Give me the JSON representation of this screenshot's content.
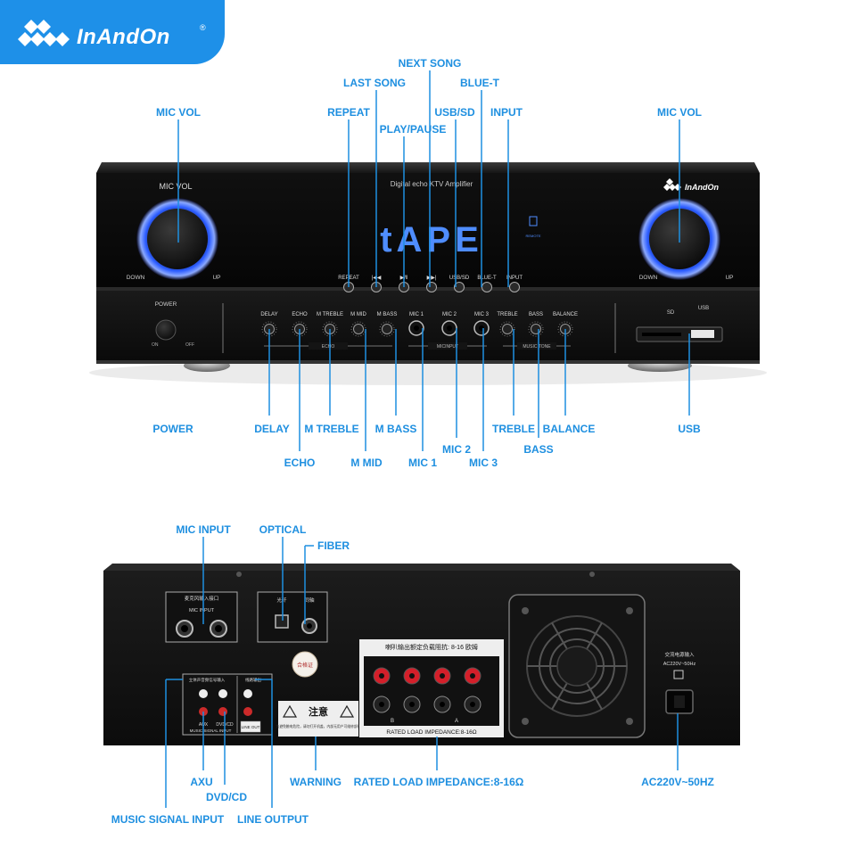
{
  "brand": {
    "name": "InAndOn",
    "registered_mark": "®",
    "accent_color": "#1e8fe0",
    "logo_bg_color": "#1e90e8"
  },
  "front_panel": {
    "model_text": "Digital echo KTV Amplifier",
    "display_text": "tAPE",
    "remote_label": "REMOTE",
    "left_knob_label": "MIC VOL",
    "knob_down": "DOWN",
    "knob_up": "UP",
    "power_label": "POWER",
    "power_on": "ON",
    "power_off": "OFF",
    "buttons": [
      "REPEAT",
      "|◀◀",
      "▶/‖",
      "▶▶|",
      "USB/SD",
      "BLUE-T",
      "INPUT"
    ],
    "knobs": [
      "DELAY",
      "ECHO",
      "M TREBLE",
      "M MID",
      "M BASS",
      "MIC 1",
      "MIC 2",
      "MIC 3",
      "TREBLE",
      "BASS",
      "BALANCE"
    ],
    "groups": [
      "ECHO",
      "MICINPUT",
      "MUSIC TONE"
    ],
    "sd_label": "SD",
    "usb_label": "USB"
  },
  "front_callouts": {
    "mic_vol_left": "MIC VOL",
    "mic_vol_right": "MIC VOL",
    "repeat": "REPEAT",
    "last_song": "LAST SONG",
    "play_pause": "PLAY/PAUSE",
    "next_song": "NEXT SONG",
    "usb_sd": "USB/SD",
    "blue_t": "BLUE-T",
    "input": "INPUT",
    "power": "POWER",
    "delay": "DELAY",
    "echo": "ECHO",
    "m_treble": "M TREBLE",
    "m_mid": "M MID",
    "m_bass": "M BASS",
    "mic1": "MIC 1",
    "mic2": "MIC 2",
    "mic3": "MIC 3",
    "treble": "TREBLE",
    "bass": "BASS",
    "balance": "BALANCE",
    "usb": "USB"
  },
  "back_panel": {
    "mic_input_cn": "麦克风输入接口",
    "mic_input_en": "MIC INPUT",
    "optical_cn": "光纤",
    "fiber_cn": "同轴",
    "speaker_header": "喇叭输出额定负载阻抗: 8-16 欧姆",
    "rated_load": "RATED LOAD IMPEDANCE:8-16Ω",
    "ch_b": "B",
    "ch_a": "A",
    "music_signal_cn": "立体声音频信号输入",
    "line_out_cn": "线路输出",
    "aux": "AUX",
    "dvd_cd": "DVD/CD",
    "music_signal_en": "MUSIC SIGNAL INPUT",
    "line_out_en": "LINE OUT",
    "warning_cn": "注意",
    "warning_text": "为避免触电危险，请勿打开机盖，内部无用户可维修部件",
    "qc_label": "合格证",
    "ac_cn": "交流电源输入",
    "ac_spec": "AC220V~50Hz"
  },
  "back_callouts": {
    "mic_input": "MIC INPUT",
    "optical": "OPTICAL",
    "fiber": "FIBER",
    "axu": "AXU",
    "dvd_cd": "DVD/CD",
    "music_signal_input": "MUSIC SIGNAL INPUT",
    "line_output": "LINE OUTPUT",
    "warning": "WARNING",
    "rated_load": "RATED LOAD IMPEDANCE:8-16Ω",
    "ac": "AC220V~50HZ"
  }
}
